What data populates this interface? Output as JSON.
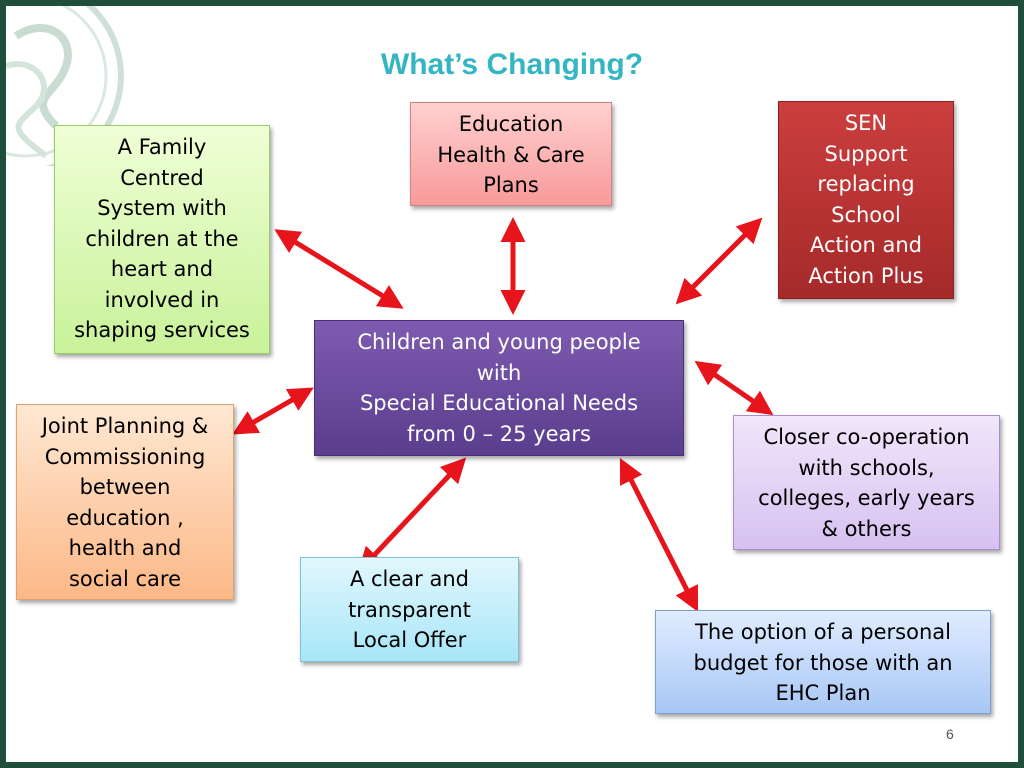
{
  "title": "What’s Changing?",
  "center": {
    "text": "Children and young people\nwith\nSpecial Educational Needs\nfrom 0 – 25 years"
  },
  "nodes": {
    "ehcp": "Education\nHealth & Care\nPlans",
    "sen": "SEN\nSupport\nreplacing\nSchool\nAction and\nAction Plus",
    "family": "A Family\nCentred\nSystem with\nchildren at the\nheart and\ninvolved in\nshaping services",
    "joint": "Joint Planning &\nCommissioning\nbetween\neducation ,\nhealth and\nsocial care",
    "closer": "Closer co-operation\nwith schools,\ncolleges, early years\n& others",
    "local": "A clear and\ntransparent\nLocal Offer",
    "budget": "The option of a personal\nbudget for those with an\nEHC Plan"
  },
  "page_number": "6",
  "colors": {
    "title": "#33b5c2",
    "arrow": "#e8141c",
    "center": "#6b4c9e",
    "frame": "#1f4e3a"
  }
}
